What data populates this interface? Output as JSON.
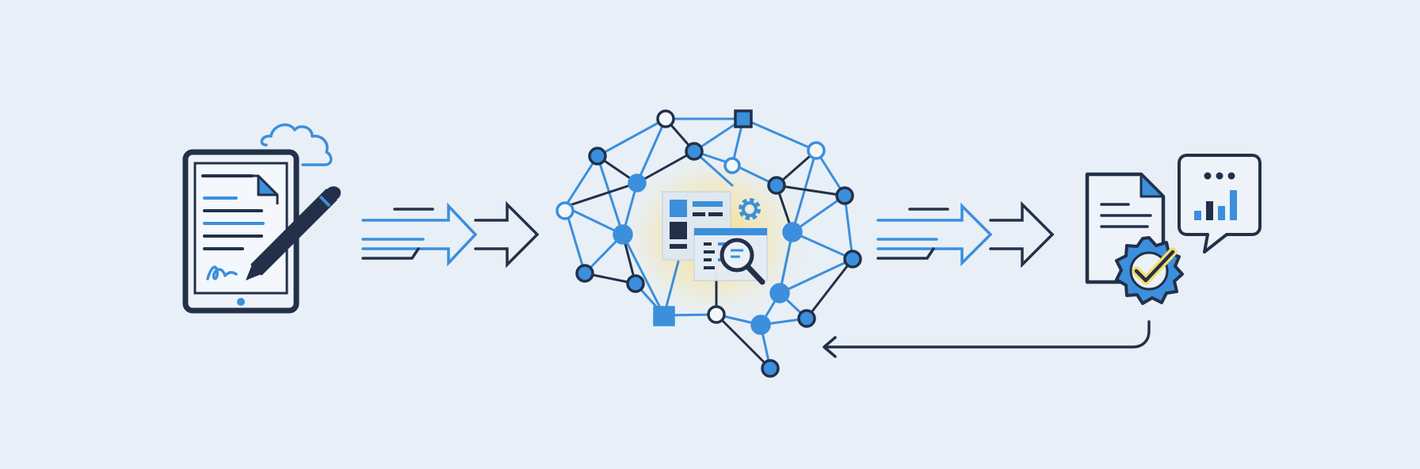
{
  "diagram": {
    "stages": [
      {
        "id": "input",
        "icon": "tablet-document-pen-icon"
      },
      {
        "id": "processing",
        "icon": "neural-network-brain-icon"
      },
      {
        "id": "output",
        "icon": "verified-report-icon"
      }
    ],
    "arrows": [
      {
        "from": "input",
        "to": "processing",
        "icon": "forward-arrows-icon"
      },
      {
        "from": "processing",
        "to": "output",
        "icon": "forward-arrows-icon"
      },
      {
        "from": "output",
        "to": "processing",
        "icon": "feedback-arrow-icon"
      }
    ],
    "colors": {
      "background": "#e8eff7",
      "navy": "#233049",
      "blue": "#3b8fdc",
      "glow": "#f7dd6c",
      "white": "#f4f8fc"
    }
  }
}
